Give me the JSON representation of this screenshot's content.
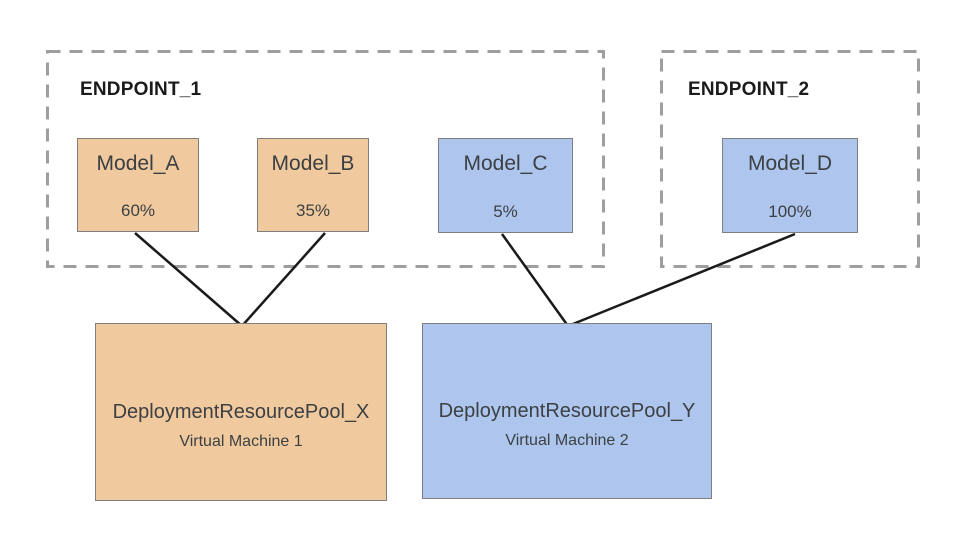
{
  "diagram": {
    "endpoints": [
      {
        "label": "ENDPOINT_1",
        "models": [
          {
            "label": "Model_A",
            "traffic": "60%",
            "color": "#f0ca9e"
          },
          {
            "label": "Model_B",
            "traffic": "35%",
            "color": "#f0ca9e"
          },
          {
            "label": "Model_C",
            "traffic": "5%",
            "color": "#aec6ee"
          }
        ]
      },
      {
        "label": "ENDPOINT_2",
        "models": [
          {
            "label": "Model_D",
            "traffic": "100%",
            "color": "#aec6ee"
          }
        ]
      }
    ],
    "pools": [
      {
        "label": "DeploymentResourcePool_X",
        "sublabel": "Virtual Machine 1",
        "color": "#f0ca9e"
      },
      {
        "label": "DeploymentResourcePool_Y",
        "sublabel": "Virtual Machine 2",
        "color": "#aec6ee"
      }
    ],
    "connections": [
      {
        "from": "Model_A",
        "to": "DeploymentResourcePool_X"
      },
      {
        "from": "Model_B",
        "to": "DeploymentResourcePool_X"
      },
      {
        "from": "Model_C",
        "to": "DeploymentResourcePool_Y"
      },
      {
        "from": "Model_D",
        "to": "DeploymentResourcePool_Y"
      }
    ],
    "colors": {
      "tan_fill": "#f0ca9e",
      "blue_fill": "#aec6ee",
      "box_border": "#7f7f7f",
      "dashed_border": "#9e9e9e",
      "connector_line": "#1a1a1a",
      "text": "#3c4043"
    }
  }
}
